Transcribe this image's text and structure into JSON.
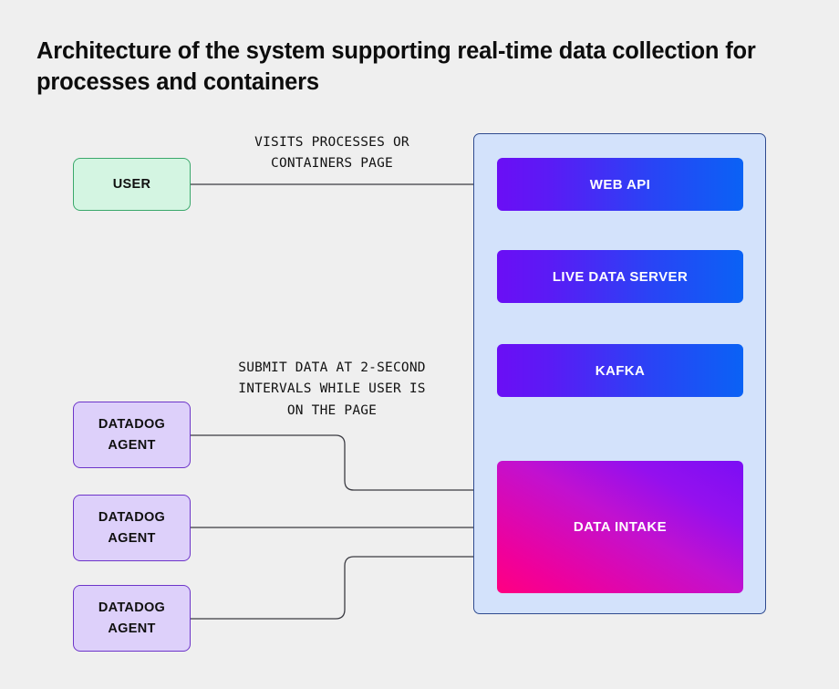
{
  "page": {
    "title": "Architecture of the system supporting real-time data collection for processes and containers",
    "background_color": "#efefef"
  },
  "colors": {
    "panel_fill": "#d3e2fb",
    "panel_border": "#2f4b8f",
    "service_gradient_start": "#6b0ef5",
    "service_gradient_end": "#0a62f5",
    "intake_gradient_start": "#ff0080",
    "intake_gradient_end": "#7b0ef5",
    "user_fill": "#d4f5e2",
    "user_border": "#3aa86b",
    "agent_fill": "#ddd0fa",
    "agent_border": "#6d35c9",
    "connector": "#3b3b42",
    "text_dark": "#0d0d0d",
    "text_light": "#ffffff"
  },
  "diagram": {
    "type": "architecture-flow",
    "external_nodes": [
      {
        "id": "user",
        "label": "USER",
        "style": "green"
      },
      {
        "id": "agent-1",
        "label": "DATADOG\nAGENT",
        "style": "purple"
      },
      {
        "id": "agent-2",
        "label": "DATADOG\nAGENT",
        "style": "purple"
      },
      {
        "id": "agent-3",
        "label": "DATADOG\nAGENT",
        "style": "purple"
      }
    ],
    "system_panel": {
      "name": "backend-system",
      "nodes": [
        {
          "id": "web-api",
          "label": "WEB API"
        },
        {
          "id": "live-data-server",
          "label": "LIVE DATA SERVER"
        },
        {
          "id": "kafka",
          "label": "KAFKA"
        },
        {
          "id": "data-intake",
          "label": "DATA INTAKE"
        }
      ]
    },
    "edges": [
      {
        "from": "user",
        "to": "web-api",
        "label": "VISITS PROCESSES OR\nCONTAINERS PAGE"
      },
      {
        "from": "web-api",
        "to": "live-data-server",
        "label": ""
      },
      {
        "from": "kafka",
        "to": "live-data-server",
        "label": ""
      },
      {
        "from": "data-intake",
        "to": "kafka",
        "label": ""
      },
      {
        "from": "agent-1",
        "to": "data-intake",
        "label": "SUBMIT DATA AT 2-SECOND\nINTERVALS WHILE USER IS\nON THE PAGE"
      },
      {
        "from": "agent-2",
        "to": "data-intake",
        "label": ""
      },
      {
        "from": "agent-3",
        "to": "data-intake",
        "label": ""
      }
    ]
  }
}
